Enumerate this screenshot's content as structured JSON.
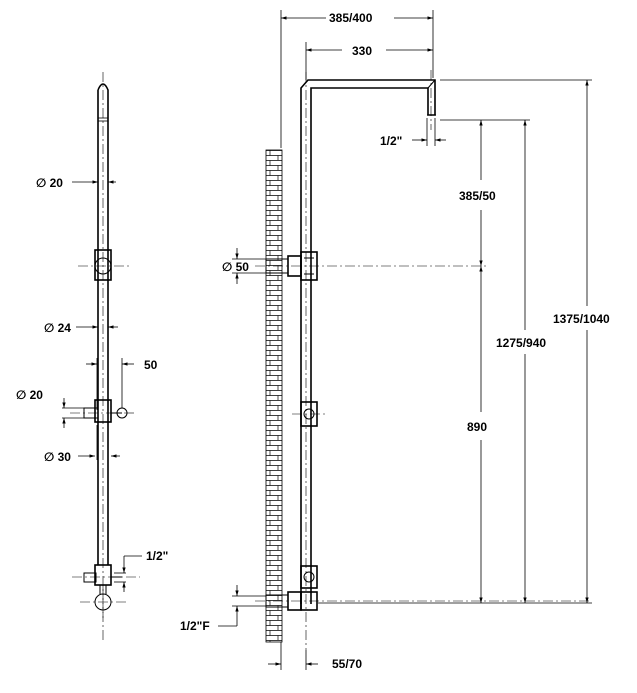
{
  "side_view": {
    "d_rail_top": "∅ 20",
    "d_rail": "∅ 24",
    "d_holder": "∅ 20",
    "d_slider": "∅ 30",
    "holder_offset": "50",
    "inlet_thread": "1/2\""
  },
  "front_view": {
    "width_total": "385/400",
    "arm_length": "330",
    "head_thread": "1/2\"",
    "head_to_bracket": "385/50",
    "bracket_dia": "∅ 50",
    "bracket_spacing": "890",
    "height_mid": "1275/940",
    "height_total": "1375/1040",
    "inlet_thread": "1/2\"F",
    "wall_offset": "55/70"
  }
}
